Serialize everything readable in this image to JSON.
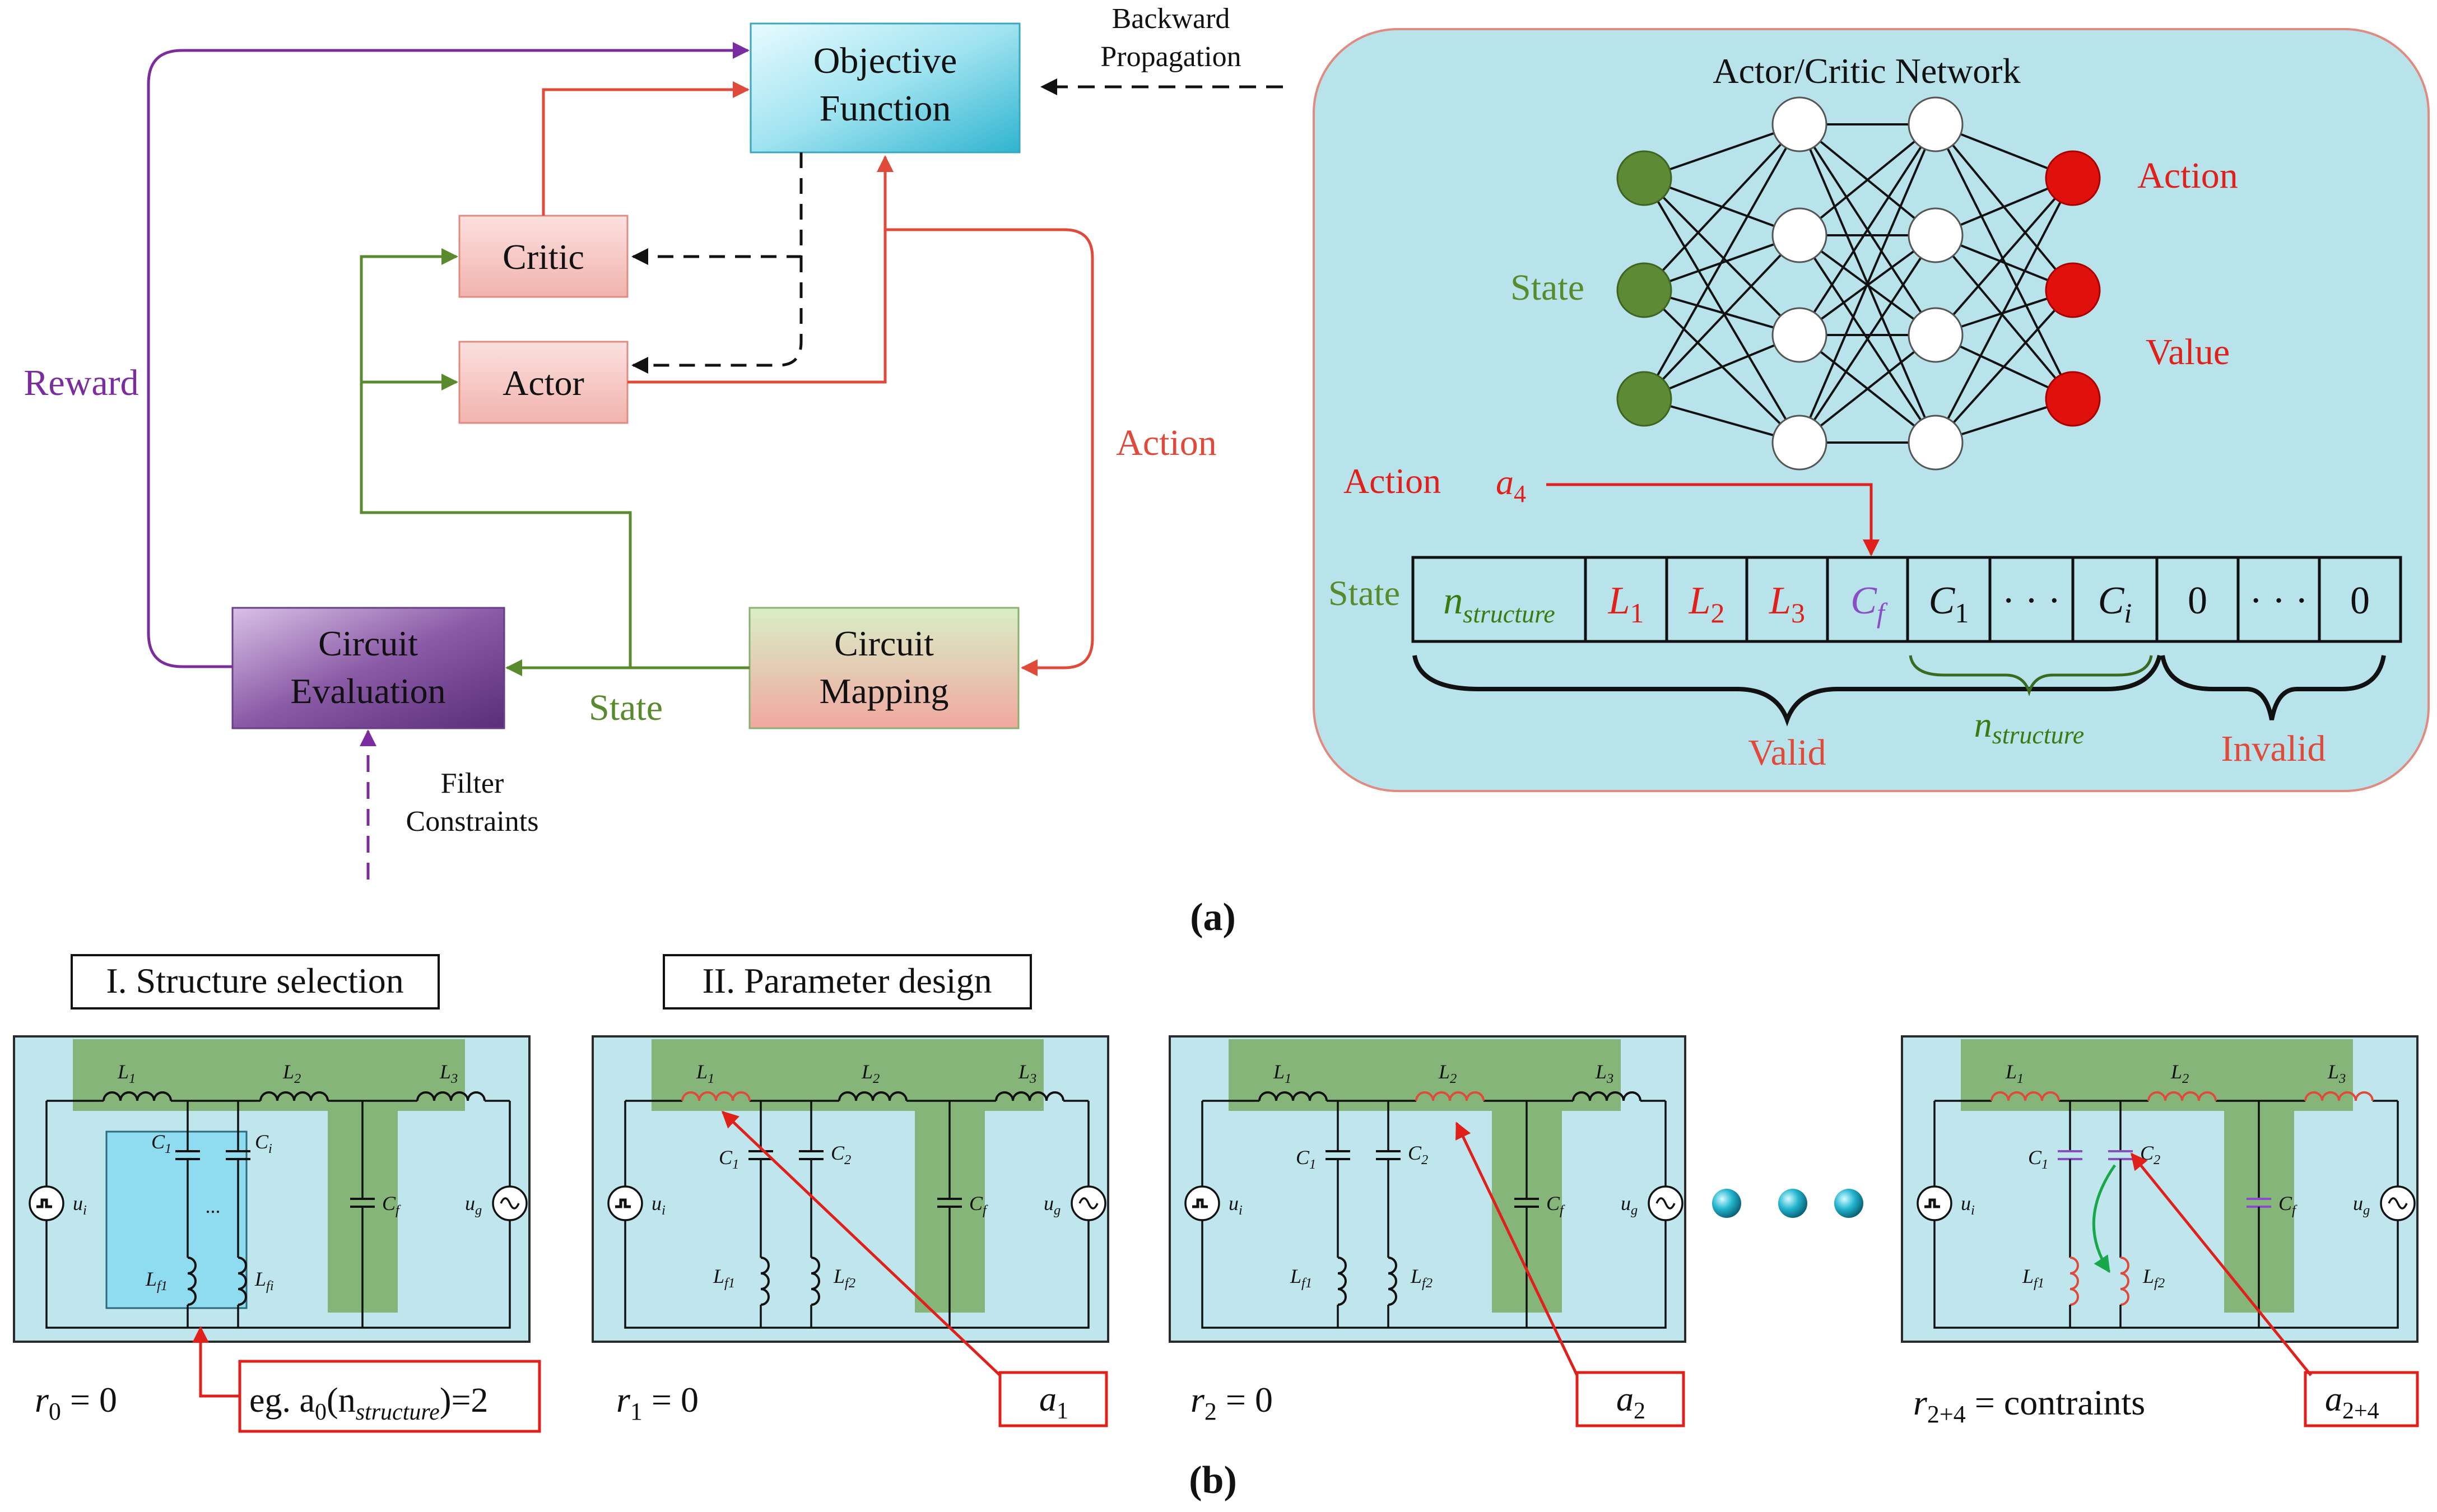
{
  "part_a": {
    "label": "(a)",
    "objective_function": [
      "Objective",
      "Function"
    ],
    "backward_propagation": [
      "Backward",
      "Propagation"
    ],
    "critic": "Critic",
    "actor": "Actor",
    "reward": "Reward",
    "action": "Action",
    "circuit_evaluation": [
      "Circuit",
      "Evaluation"
    ],
    "circuit_mapping": [
      "Circuit",
      "Mapping"
    ],
    "state": "State",
    "filter_constraints": [
      "Filter",
      "Constraints"
    ],
    "network": {
      "title": "Actor/Critic Network",
      "state": "State",
      "action": "Action",
      "value": "Value",
      "action_label": "Action",
      "a4": "a",
      "a4_sub": "4",
      "state_row_label": "State",
      "cells": [
        {
          "main": "n",
          "sub": "structure",
          "color": "#3a7a10"
        },
        {
          "main": "L",
          "sub": "1",
          "color": "#e0201a"
        },
        {
          "main": "L",
          "sub": "2",
          "color": "#e0201a"
        },
        {
          "main": "L",
          "sub": "3",
          "color": "#e0201a"
        },
        {
          "main": "C",
          "sub": "f",
          "color": "#8a4dc8"
        },
        {
          "main": "C",
          "sub": "1",
          "color": "#111111"
        },
        {
          "main": "· · ·",
          "sub": "",
          "color": "#111111"
        },
        {
          "main": "C",
          "sub": "i",
          "color": "#111111"
        },
        {
          "main": "0",
          "sub": "",
          "color": "#111111"
        },
        {
          "main": "· · ·",
          "sub": "",
          "color": "#111111"
        },
        {
          "main": "0",
          "sub": "",
          "color": "#111111"
        }
      ],
      "valid": "Valid",
      "n_structure": "n",
      "n_structure_sub": "structure",
      "invalid": "Invalid"
    }
  },
  "part_b": {
    "label": "(b)",
    "structure_selection": "I. Structure selection",
    "parameter_design": "II. Parameter design",
    "r0": "r",
    "r0_sub": "0",
    "r0_rest": " = 0",
    "r1_sub": "1",
    "r2_sub": "2",
    "r24_sub": "2+4",
    "r24_rest": " = contraints",
    "eg_text": "eg. a",
    "eg_sub": "0",
    "eg_paren": "(n",
    "eg_paren_sub": "structure",
    "eg_end": ")=2",
    "a1": "a",
    "a1_sub": "1",
    "a2_sub": "2",
    "a24_sub": "2+4",
    "labels": {
      "L1": "L",
      "L1s": "1",
      "L2s": "2",
      "L3s": "3",
      "C1s": "1",
      "C2s": "2",
      "Cis": "i",
      "Cfs": "f",
      "Lf1s": "f1",
      "Lf2s": "f2",
      "Lfis": "fi",
      "ui": "u",
      "uis": "i",
      "ug": "u",
      "ugs": "g",
      "dots": "..."
    }
  },
  "colors": {
    "purple": "#7b2c9e",
    "red": "#e04a3a",
    "green": "#5a8a2e",
    "panel_bg": "#bfe6ec",
    "network_bg": "#b9e3ea",
    "highlight": "#6e9f4a"
  }
}
